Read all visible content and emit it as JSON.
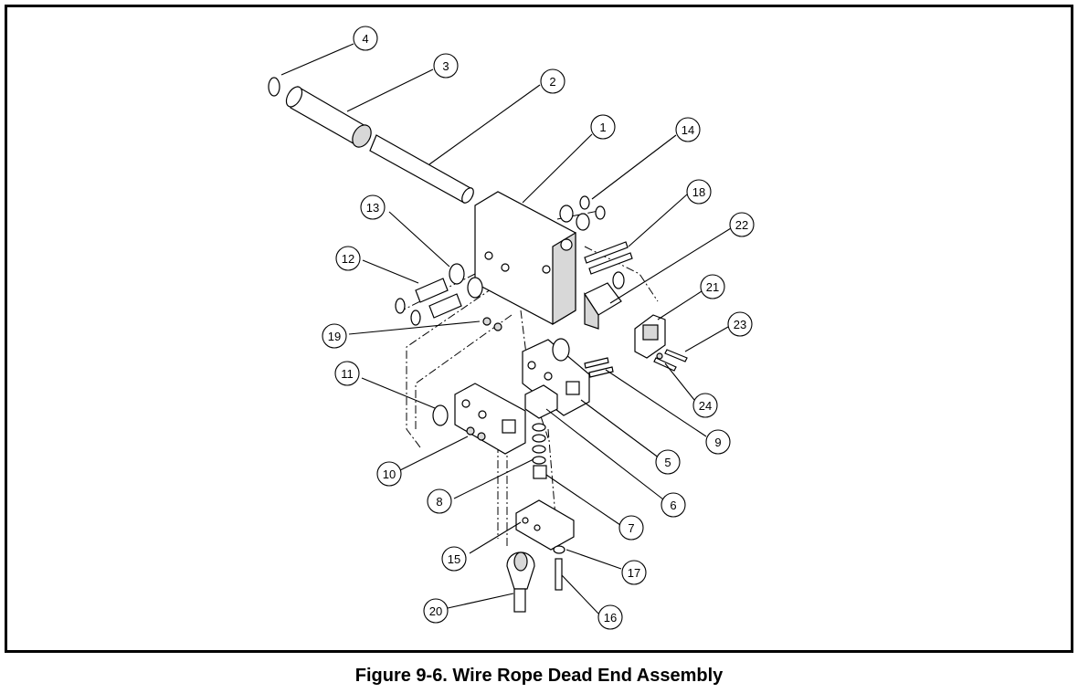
{
  "figure": {
    "caption": "Figure 9-6. Wire Rope Dead End Assembly",
    "callouts": [
      {
        "id": "4",
        "label": "4"
      },
      {
        "id": "3",
        "label": "3"
      },
      {
        "id": "2",
        "label": "2"
      },
      {
        "id": "1",
        "label": "1"
      },
      {
        "id": "14",
        "label": "14"
      },
      {
        "id": "18",
        "label": "18"
      },
      {
        "id": "22",
        "label": "22"
      },
      {
        "id": "13",
        "label": "13"
      },
      {
        "id": "12",
        "label": "12"
      },
      {
        "id": "21",
        "label": "21"
      },
      {
        "id": "23",
        "label": "23"
      },
      {
        "id": "19",
        "label": "19"
      },
      {
        "id": "11",
        "label": "11"
      },
      {
        "id": "24",
        "label": "24"
      },
      {
        "id": "9",
        "label": "9"
      },
      {
        "id": "5",
        "label": "5"
      },
      {
        "id": "10",
        "label": "10"
      },
      {
        "id": "6",
        "label": "6"
      },
      {
        "id": "8",
        "label": "8"
      },
      {
        "id": "7",
        "label": "7"
      },
      {
        "id": "15",
        "label": "15"
      },
      {
        "id": "17",
        "label": "17"
      },
      {
        "id": "16",
        "label": "16"
      },
      {
        "id": "20",
        "label": "20"
      }
    ]
  }
}
